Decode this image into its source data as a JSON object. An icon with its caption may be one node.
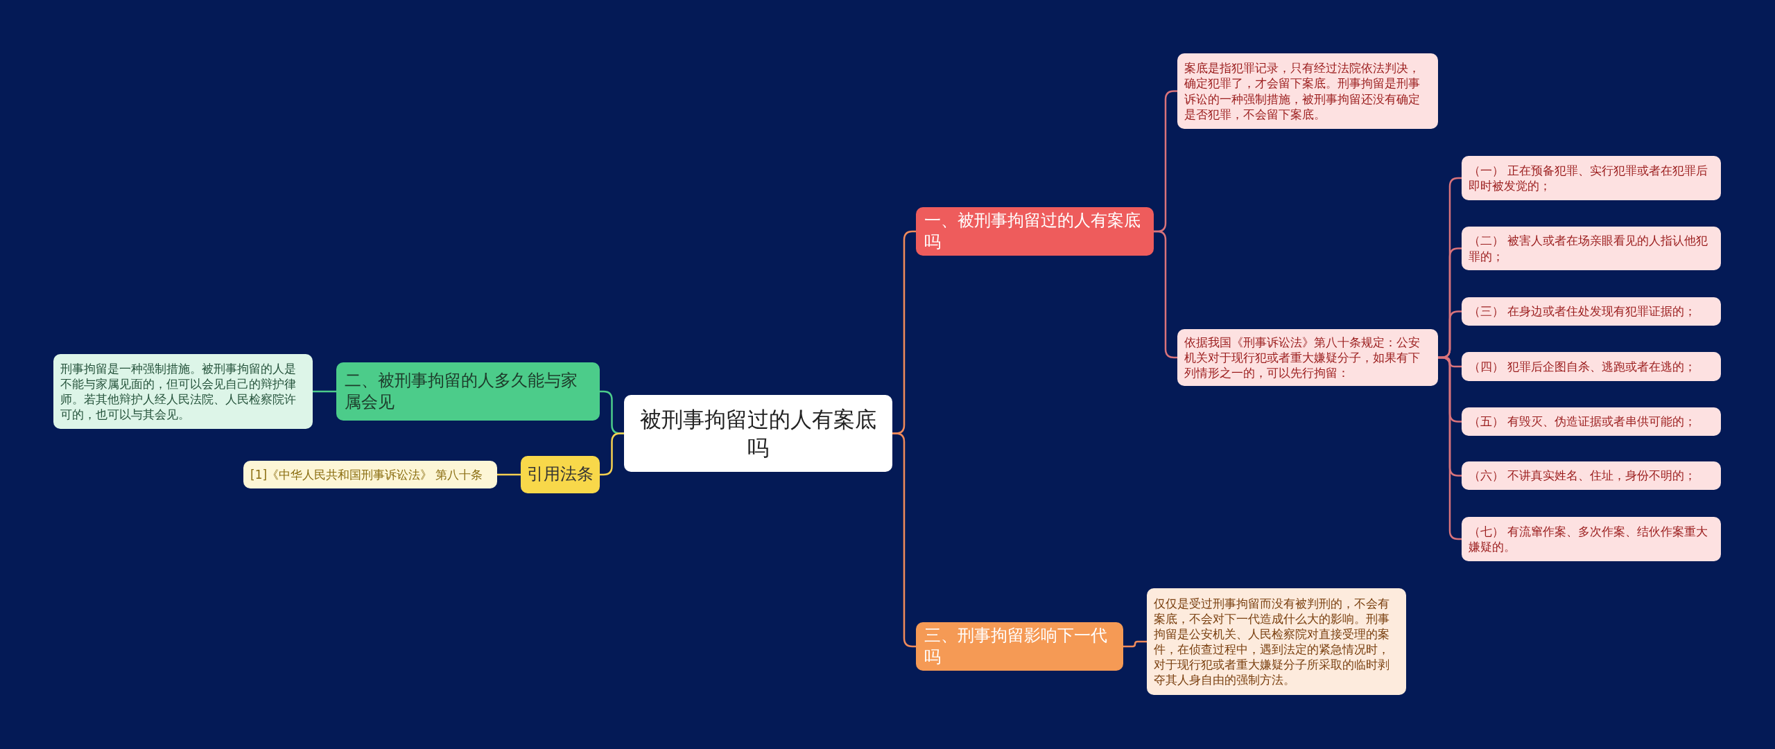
{
  "diagram": {
    "nodes": [
      {
        "text": [
          "被刑事拘留过的人有案底吗"
        ]
      },
      {
        "text": [
          "一、被刑事拘留过的人有案底吗"
        ]
      },
      {
        "text": [
          "案底是指犯罪记录，只有经过法院依法判决，确定犯罪了，才会留下案底。刑事拘留是刑事诉讼的一种强制措施，被刑事拘留还没有确定是否犯罪，不会留下案底。"
        ]
      },
      {
        "text": [
          "依据我国《刑事诉讼法》第八十条规定：公安机关对于现行犯或者重大嫌疑分子，如果有下列情形之一的，可以先行拘留："
        ]
      },
      {
        "text": [
          "（一） 正在预备犯罪、实行犯罪或者在犯罪后即时被发觉的；"
        ]
      },
      {
        "text": [
          "（二） 被害人或者在场亲眼看见的人指认他犯罪的；"
        ]
      },
      {
        "text": [
          "（三） 在身边或者住处发现有犯罪证据的；"
        ]
      },
      {
        "text": [
          "（四） 犯罪后企图自杀、逃跑或者在逃的；"
        ]
      },
      {
        "text": [
          "（五） 有毁灭、伪造证据或者串供可能的；"
        ]
      },
      {
        "text": [
          "（六） 不讲真实姓名、住址，身份不明的；"
        ]
      },
      {
        "text": [
          "（七） 有流窜作案、多次作案、结伙作案重大嫌疑的。"
        ]
      },
      {
        "text": [
          "三、刑事拘留影响下一代吗"
        ]
      },
      {
        "text": [
          "仅仅是受过刑事拘留而没有被判刑的，不会有案底，不会对下一代造成什么大的影响。刑事拘留是公安机关、人民检察院对直接受理的案件，在侦查过程中，遇到法定的紧急情况时，对于现行犯或者重大嫌疑分子所采取的临时剥夺其人身自由的强制方法。"
        ]
      },
      {
        "text": [
          "二、被刑事拘留的人多久能与家属会见"
        ]
      },
      {
        "text": [
          "刑事拘留是一种强制措施。被刑事拘留的人是不能与家属见面的，但可以会见自己的辩护律师。若其他辩护人经人民法院、人民检察院许可的，也可以与其会见。"
        ]
      },
      {
        "text": [
          "引用法条"
        ]
      },
      {
        "text": [
          "[1]《中华人民共和国刑事诉讼法》 第八十条"
        ]
      }
    ],
    "edges": [
      {
        "from": 0,
        "to": 1,
        "arrow": "none",
        "color": "#f08a5a"
      },
      {
        "from": 1,
        "to": 2,
        "arrow": "none"
      },
      {
        "from": 1,
        "to": 3,
        "arrow": "none"
      },
      {
        "from": 3,
        "to": 4,
        "arrow": "none"
      },
      {
        "from": 3,
        "to": 5,
        "arrow": "none"
      },
      {
        "from": 3,
        "to": 6,
        "arrow": "none"
      },
      {
        "from": 3,
        "to": 7,
        "arrow": "none"
      },
      {
        "from": 3,
        "to": 8,
        "arrow": "none"
      },
      {
        "from": 3,
        "to": 9,
        "arrow": "none"
      },
      {
        "from": 3,
        "to": 10,
        "arrow": "none"
      },
      {
        "from": 0,
        "to": 11,
        "arrow": "none",
        "color": "#f08a5a"
      },
      {
        "from": 11,
        "to": 12,
        "arrow": "none",
        "color": "#f08a5a"
      },
      {
        "from": 0,
        "to": 13,
        "arrow": "none",
        "color": "#4ccc8a"
      },
      {
        "from": 13,
        "to": 14,
        "arrow": "none",
        "color": "#4ccc8a"
      },
      {
        "from": 0,
        "to": 15,
        "arrow": "none",
        "color": "#f5d050"
      },
      {
        "from": 15,
        "to": 16,
        "arrow": "none",
        "color": "#f5d050"
      }
    ]
  }
}
